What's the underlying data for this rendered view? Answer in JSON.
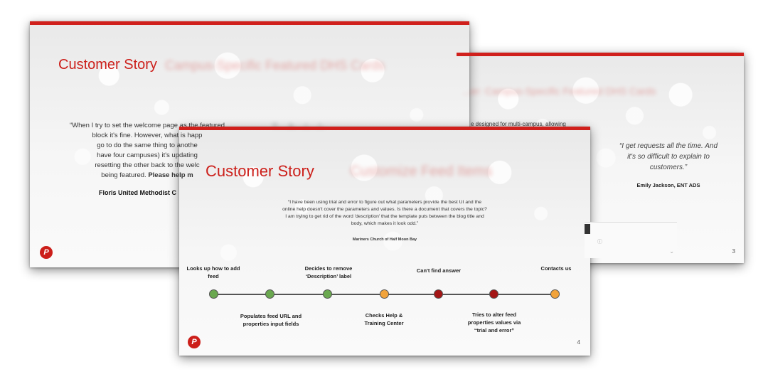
{
  "slide2": {
    "title": "Customer Story",
    "blurred_subtitle": "Campus-Specific Featured DHS Cards",
    "quote": {
      "line1": "“When I try to set the welcome page as the featured",
      "line2": "block it's fine. However, what is happ",
      "line3": "go to do the same thing to anothe",
      "line4": "have four campuses) it's updating",
      "line5": "resetting the other back to the welc",
      "line6a": "being featured. ",
      "line6b": "Please help m"
    },
    "attribution": "Floris United Methodist C",
    "blurred_right_quote": "“F... ...b... ...i... ...l..."
  },
  "slide3": {
    "blurred_subtitle": "...er: Campus-Specific Featured DHS Cards",
    "partial_text": "e designed for multi-campus, allowing",
    "quote": "“I get requests all the time. And it's so difficult to explain to customers.”",
    "attribution": "Emily Jackson, ENT ADS",
    "page_number": "3"
  },
  "slide4": {
    "title": "Customer Story",
    "blurred_subtitle": "Customize Feed Items",
    "quote": "“I have been using trial and error to figure out what parameters provide the best UI and the online help doesn't cover the parameters and values. Is there a document that covers the topic? I am trying to get rid of the word 'description' that the template puts between the blog title and body, which makes it look odd.”",
    "attribution": "Mariners Church of Half Moon Bay",
    "page_number": "4",
    "timeline": [
      {
        "label": "Looks up how to add feed",
        "position": "top",
        "color": "#6aa84f"
      },
      {
        "label": "Populates feed URL and properties input fields",
        "position": "bottom",
        "color": "#6aa84f"
      },
      {
        "label": "Decides to remove ‘Description’ label",
        "position": "top",
        "color": "#6aa84f"
      },
      {
        "label": "Checks Help & Training Center",
        "position": "bottom",
        "color": "#f1a33b"
      },
      {
        "label": "Can't find answer",
        "position": "top",
        "color": "#a31515"
      },
      {
        "label": "Tries to alter feed properties values via “trial and error”",
        "position": "bottom",
        "color": "#a31515"
      },
      {
        "label": "Contacts us",
        "position": "top",
        "color": "#f1a33b"
      }
    ]
  },
  "logo_letter": "P"
}
